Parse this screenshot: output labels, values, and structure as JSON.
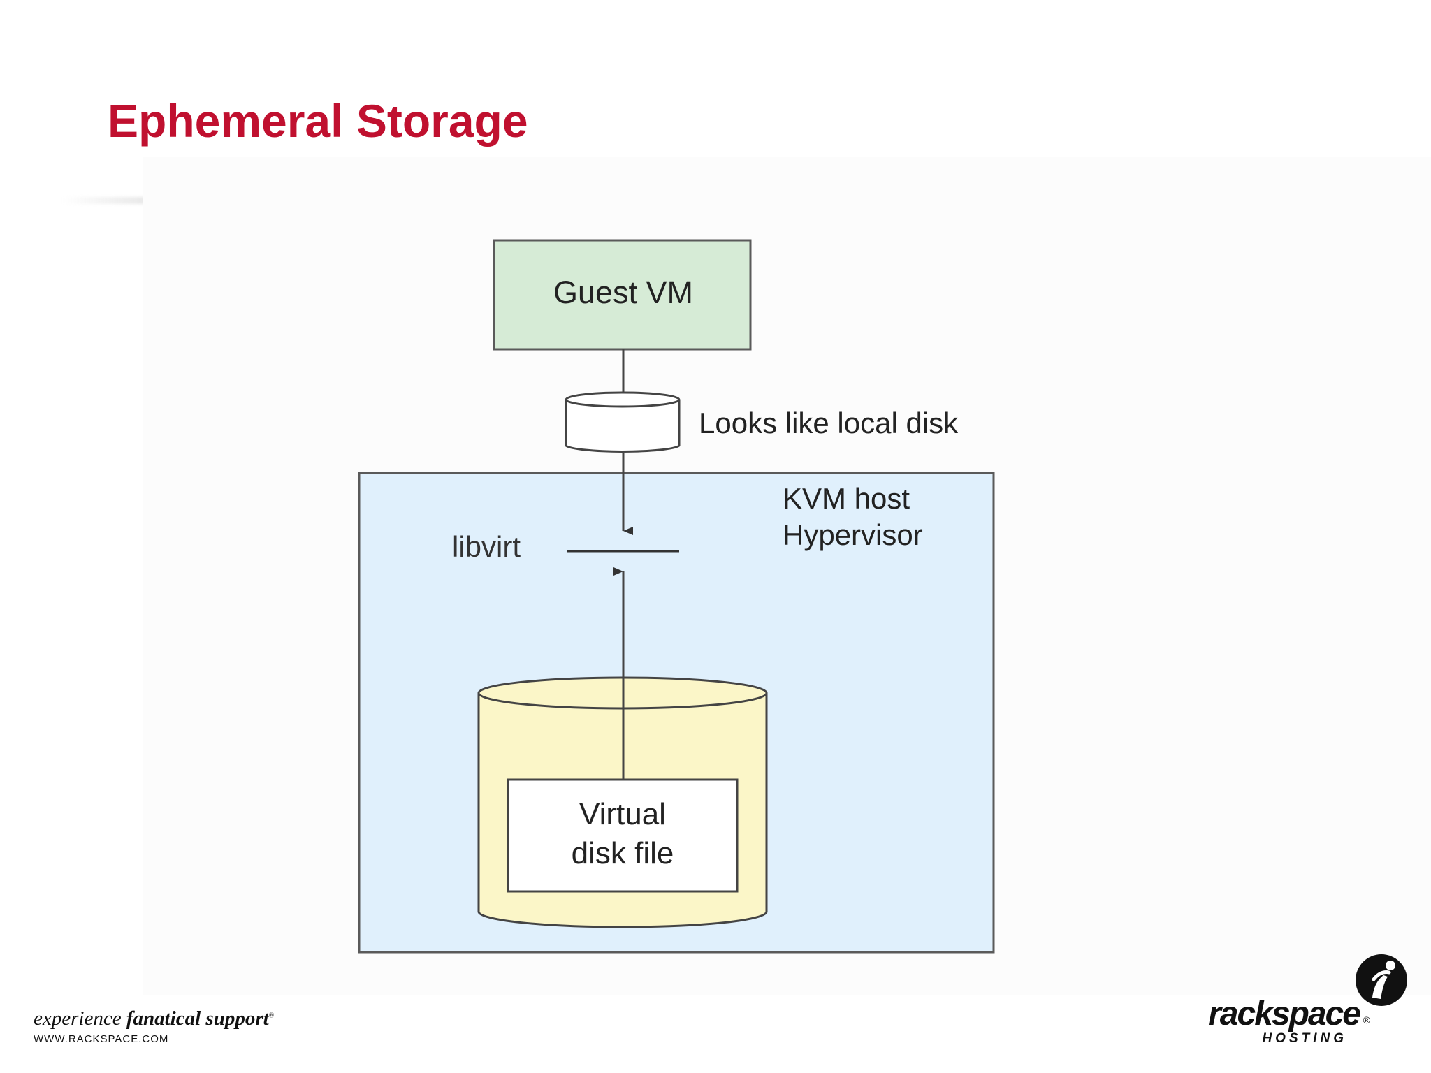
{
  "slide": {
    "title": "Ephemeral Storage"
  },
  "diagram": {
    "guest_vm": "Guest VM",
    "local_disk_label": "Looks like local disk",
    "host_label_line1": "KVM host",
    "host_label_line2": "Hypervisor",
    "libvirt_label": "libvirt",
    "disk_file_line1": "Virtual",
    "disk_file_line2": "disk file"
  },
  "footer": {
    "tagline_prefix": "experience",
    "tagline_emphasis": "fanatical support",
    "tagline_mark": "®",
    "url": "WWW.RACKSPACE.COM"
  },
  "logo": {
    "wordmark": "rackspace",
    "registered": "®",
    "subtitle": "HOSTING"
  },
  "colors": {
    "title": "#c0102f",
    "guest_vm_fill": "#d6ebd6",
    "host_fill": "#e0f0fc",
    "cylinder_fill": "#fbf6c8",
    "line": "#333333"
  }
}
